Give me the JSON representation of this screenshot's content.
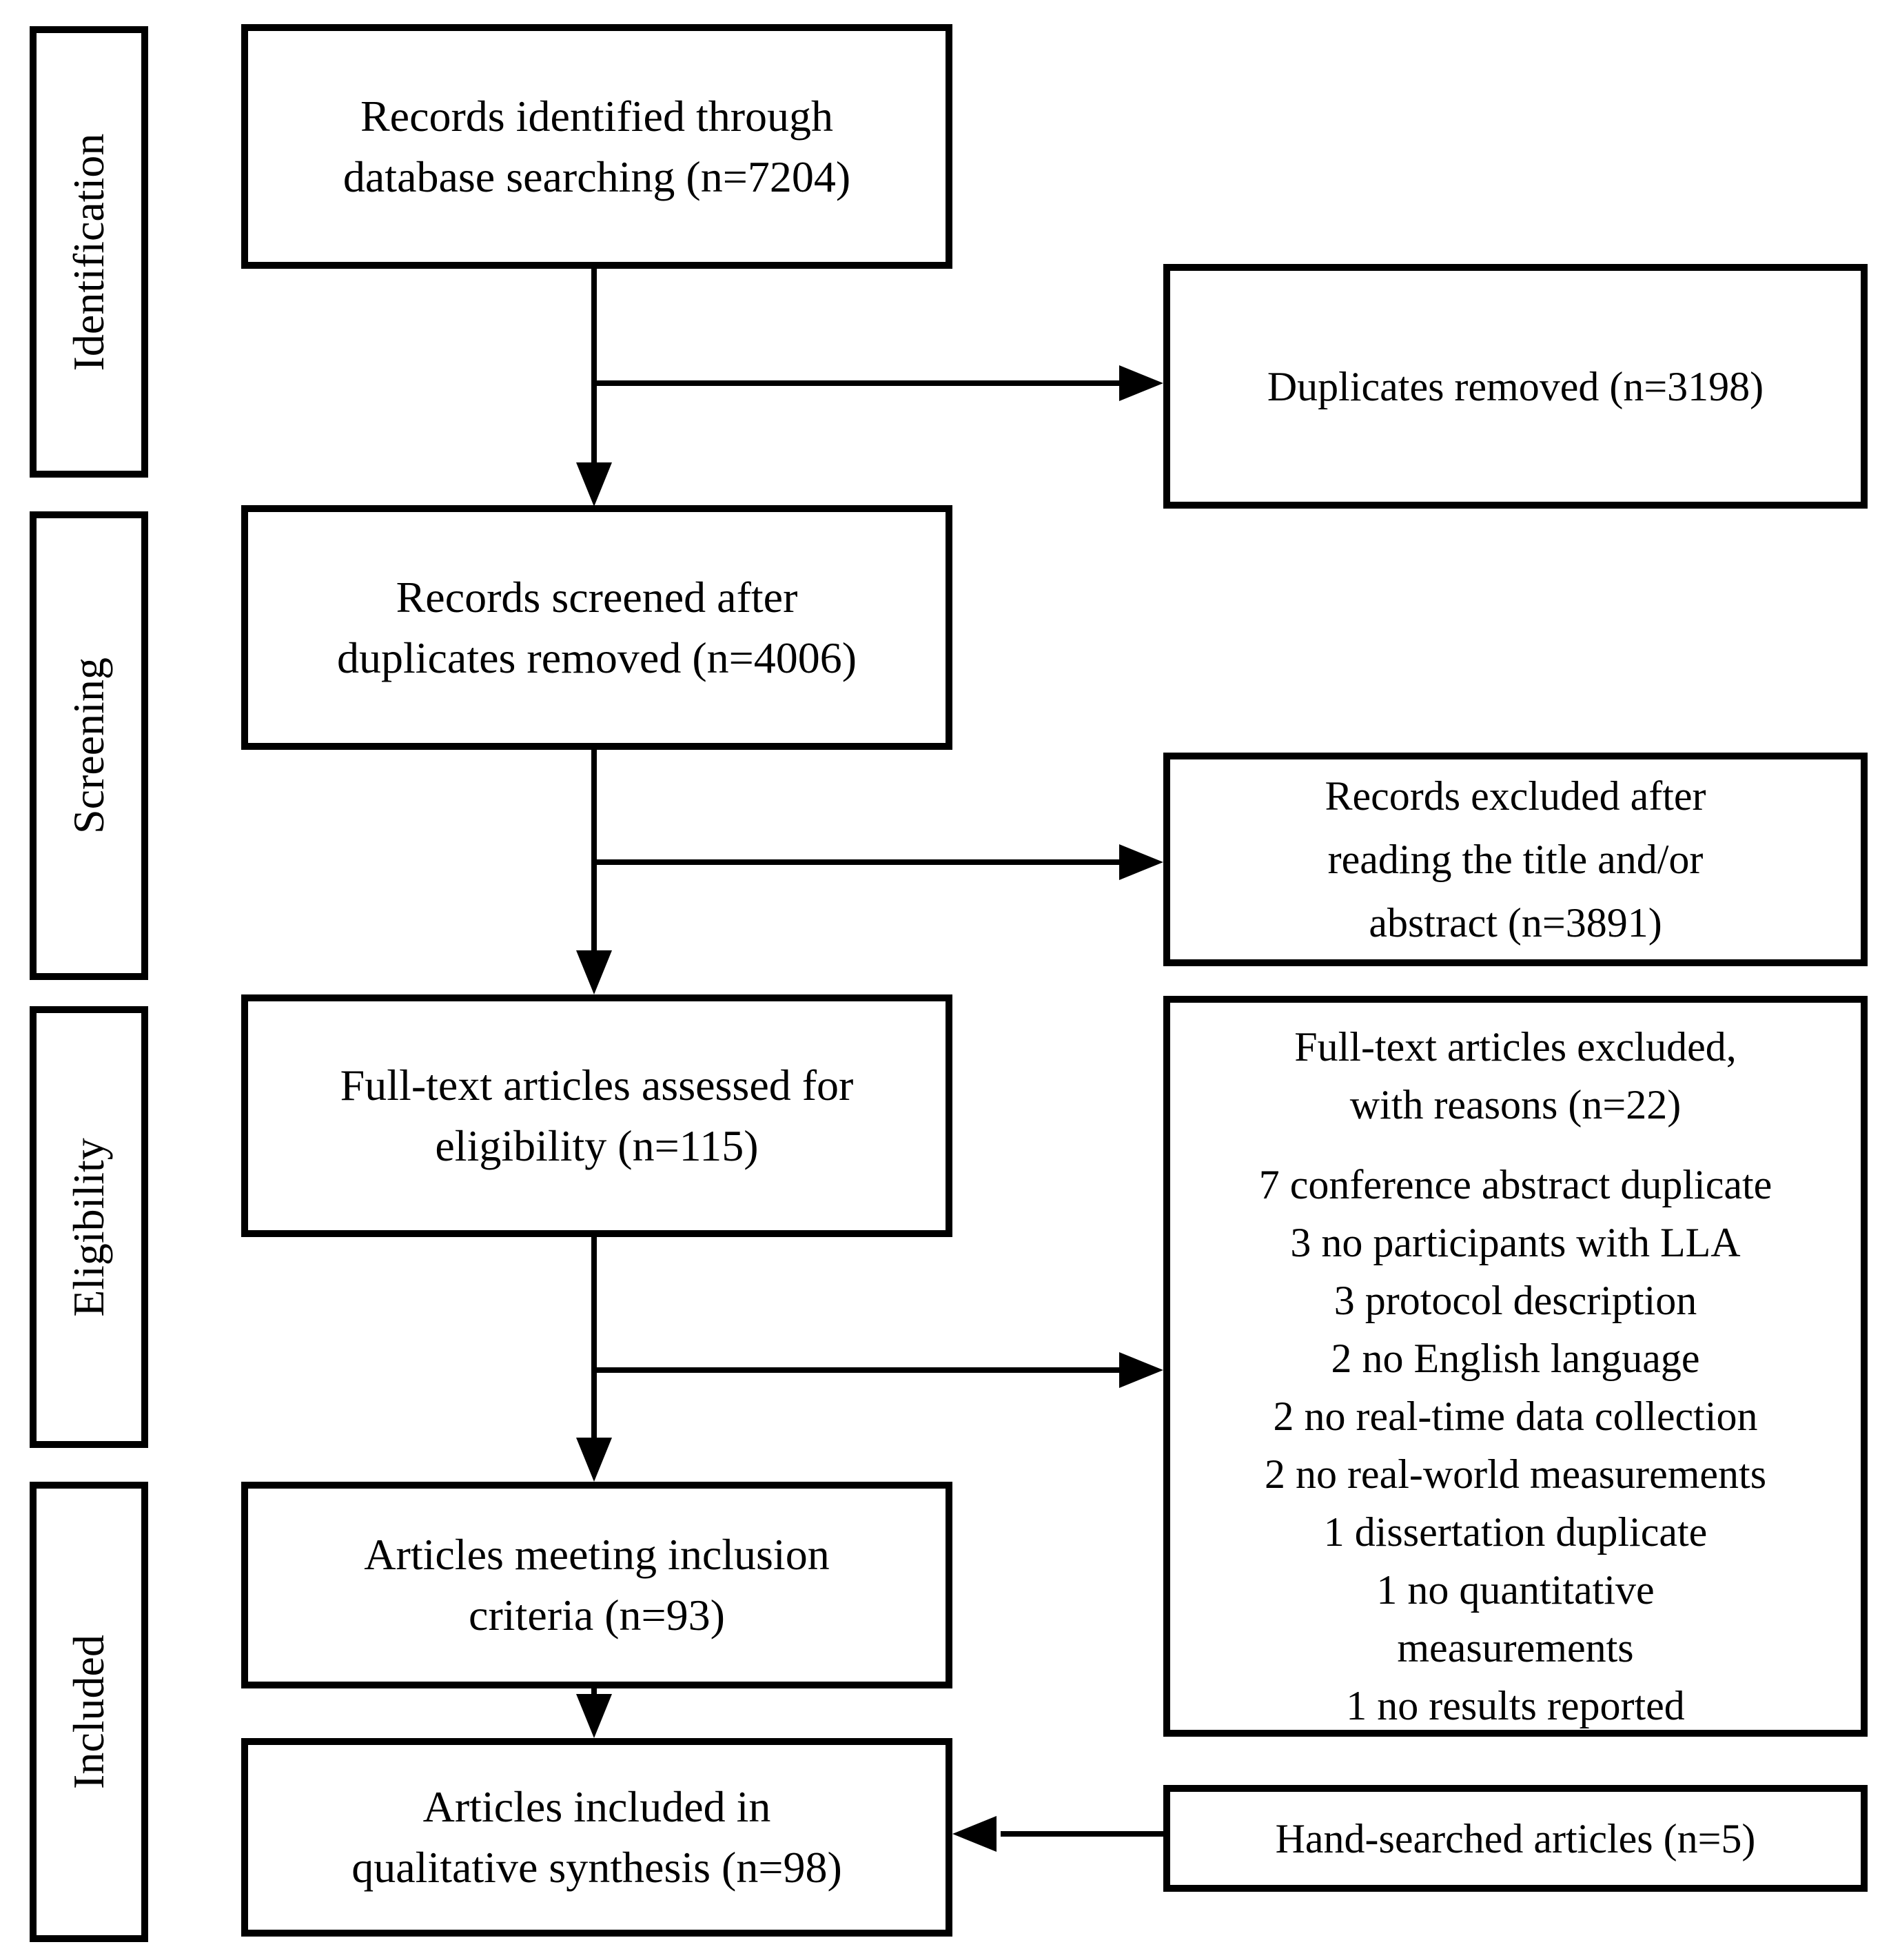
{
  "figure": {
    "background": "#ffffff",
    "line_color": "#000000",
    "stages": [
      {
        "label": "Identification"
      },
      {
        "label": "Screening"
      },
      {
        "label": "Eligibility"
      },
      {
        "label": "Included"
      }
    ],
    "flow": [
      {
        "id": "records-identified",
        "lines": [
          "Records identified through",
          "database searching (n=7204)"
        ]
      },
      {
        "id": "records-screened",
        "lines": [
          "Records screened after",
          "duplicates removed (n=4006)"
        ]
      },
      {
        "id": "fulltext-assessed",
        "lines": [
          "Full-text articles assessed for",
          "eligibility (n=115)"
        ]
      },
      {
        "id": "meeting-inclusion",
        "lines": [
          "Articles meeting inclusion",
          "criteria (n=93)"
        ]
      },
      {
        "id": "included-synthesis",
        "lines": [
          "Articles included in",
          "qualitative synthesis (n=98)"
        ]
      }
    ],
    "side": {
      "duplicates_removed": {
        "lines": [
          "Duplicates removed (n=3198)"
        ]
      },
      "records_excluded": {
        "lines": [
          "Records excluded after",
          "reading the title and/or",
          "abstract (n=3891)"
        ]
      },
      "fulltext_excluded": {
        "header_lines": [
          "Full-text articles excluded,",
          "with reasons (n=22)"
        ],
        "reason_lines": [
          "7 conference abstract duplicate",
          "3 no participants with LLA",
          "3 protocol description",
          "2 no English language",
          "2 no real-time data collection",
          "2 no real-world measurements",
          "1 dissertation duplicate",
          "1 no quantitative",
          "measurements",
          "1 no results reported"
        ]
      },
      "hand_searched": {
        "lines": [
          "Hand-searched articles (n=5)"
        ]
      }
    }
  }
}
